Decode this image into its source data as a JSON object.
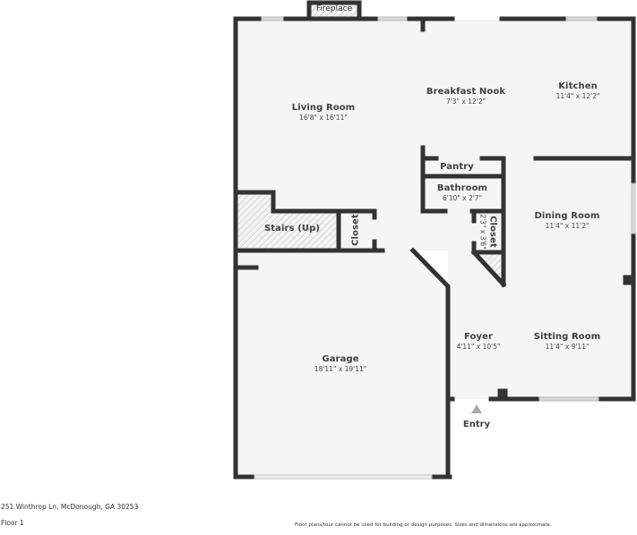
{
  "plan": {
    "address": "251 Winthrop Ln, McDonough, GA 30253",
    "floor": "Floor 1",
    "disclaimer": "Floor plans/tour cannot be used for building or design purposes. Sizes and dimensions are approximate.",
    "entry_label": "Entry",
    "colors": {
      "wall": "#333333",
      "floor": "#f5f5f5",
      "window": "#d8d8d8",
      "text": "#3f3f3f",
      "entry_arrow": "#aaaaaa"
    }
  },
  "rooms": {
    "fireplace": {
      "name": "Fireplace"
    },
    "living_room": {
      "name": "Living Room",
      "dim": "16'8\" x 16'11\""
    },
    "breakfast_nook": {
      "name": "Breakfast Nook",
      "dim": "7'3\" x 12'2\""
    },
    "kitchen": {
      "name": "Kitchen",
      "dim": "11'4\" x 12'2\""
    },
    "pantry": {
      "name": "Pantry"
    },
    "bathroom": {
      "name": "Bathroom",
      "dim": "6'10\" x 2'7\""
    },
    "closet_small": {
      "name": "Closet",
      "dim": "2'3\" x 3'6\""
    },
    "stairs": {
      "name": "Stairs (Up)"
    },
    "closet_stairs": {
      "name": "Closet"
    },
    "dining_room": {
      "name": "Dining Room",
      "dim": "11'4\" x 11'2\""
    },
    "foyer": {
      "name": "Foyer",
      "dim": "4'11\" x 10'5\""
    },
    "sitting_room": {
      "name": "Sitting Room",
      "dim": "11'4\" x 9'11\""
    },
    "garage": {
      "name": "Garage",
      "dim": "18'11\" x 19'11\""
    }
  }
}
